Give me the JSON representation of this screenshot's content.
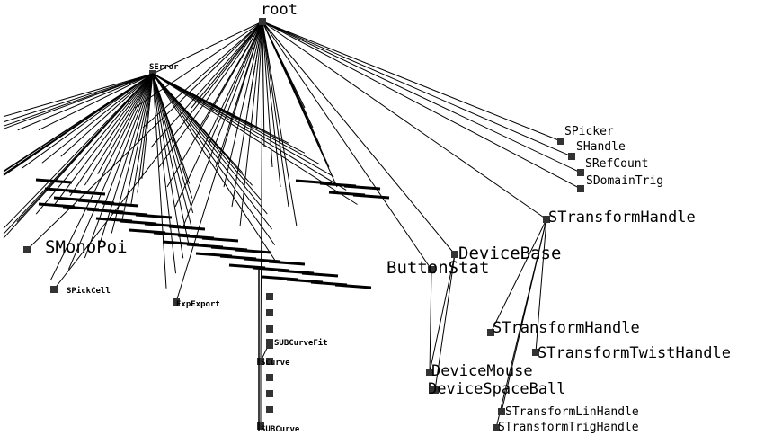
{
  "diagram": {
    "type": "class-hierarchy-tree",
    "root": "root",
    "nodes": {
      "root": "root",
      "error": "SError",
      "picker": "SPicker",
      "handle": "SHandle",
      "refcount": "SRefCount",
      "domaintrig": "SDomainTrig",
      "transformhandle": "STransformHandle",
      "devicebase": "DeviceBase",
      "buttonstat": "ButtonStat",
      "devicemouse": "DeviceMouse",
      "devicespaceball": "DeviceSpaceBall",
      "xform_handle": "STransformHandle",
      "xform_twist": "STransformTwistHandle",
      "xform_lin": "STransformLinHandle",
      "xform_trig": "STransformTrigHandle",
      "curve": "SCurve",
      "curvefit": "SUBCurveFit",
      "nurbcurve": "SUBCurve",
      "nonopoi": "SMonoPoi",
      "pickcell": "SPickCell",
      "expexport": "ExpExport"
    }
  }
}
